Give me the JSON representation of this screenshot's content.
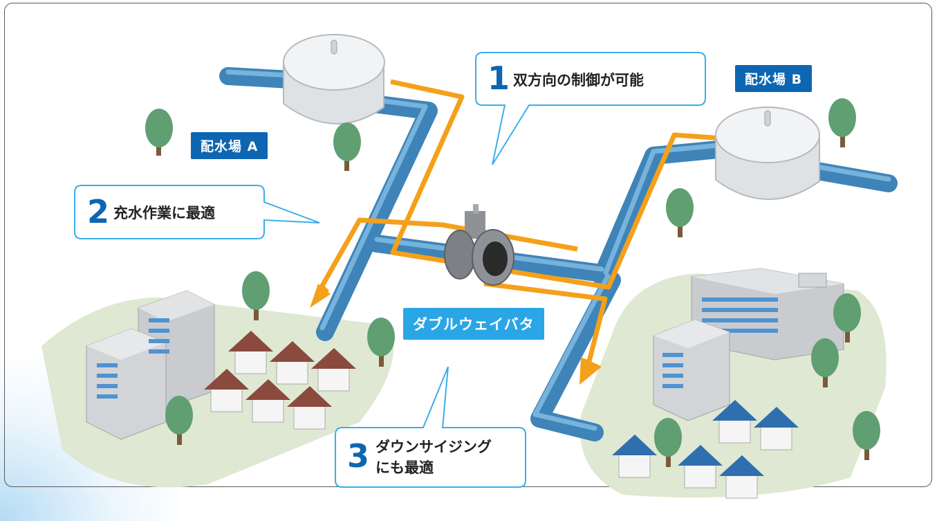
{
  "stations": {
    "a": {
      "label": "配水場 A"
    },
    "b": {
      "label": "配水場 B"
    }
  },
  "valve": {
    "label": "ダブルウェイバタ"
  },
  "callouts": [
    {
      "number": "1",
      "text": "双方向の制御が可能"
    },
    {
      "number": "2",
      "text": "充水作業に最適"
    },
    {
      "number": "3",
      "line1": "ダウンサイジング",
      "line2": "にも最適"
    }
  ],
  "colors": {
    "pipe": "#3f84b8",
    "pipe_highlight": "#6fb0dc",
    "flow_arrow": "#f5a01a",
    "label_dark": "#0d66b2",
    "label_cyan": "#2aa6e6",
    "ground": "#dfe8d2",
    "tree": "#5f9f72",
    "roof_a": "#8a4a3e",
    "roof_b": "#2f6fb0",
    "building": "#c9cbce"
  }
}
